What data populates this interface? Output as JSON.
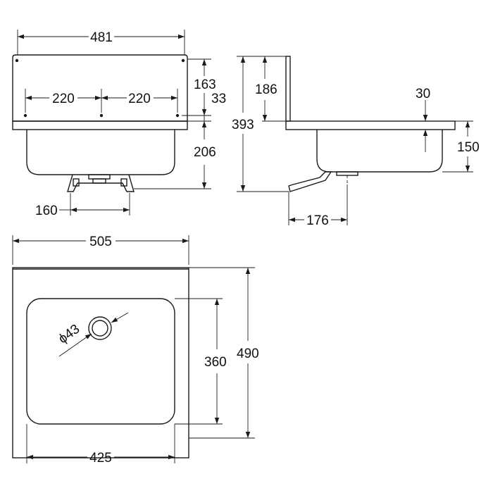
{
  "front_view": {
    "width_total": "481",
    "hole_spacing_left": "220",
    "hole_spacing_right": "220",
    "backsplash_height": "163",
    "hole_offset": "33",
    "bowl_depth": "206",
    "bracket_width": "160"
  },
  "side_view": {
    "backsplash": "186",
    "overall_height": "393",
    "rim_thickness": "30",
    "basin_height": "150",
    "drain_offset": "176"
  },
  "top_view": {
    "outer_width": "505",
    "outer_depth": "490",
    "bowl_depth": "360",
    "bowl_width": "425",
    "drain_diameter": "ϕ43"
  }
}
